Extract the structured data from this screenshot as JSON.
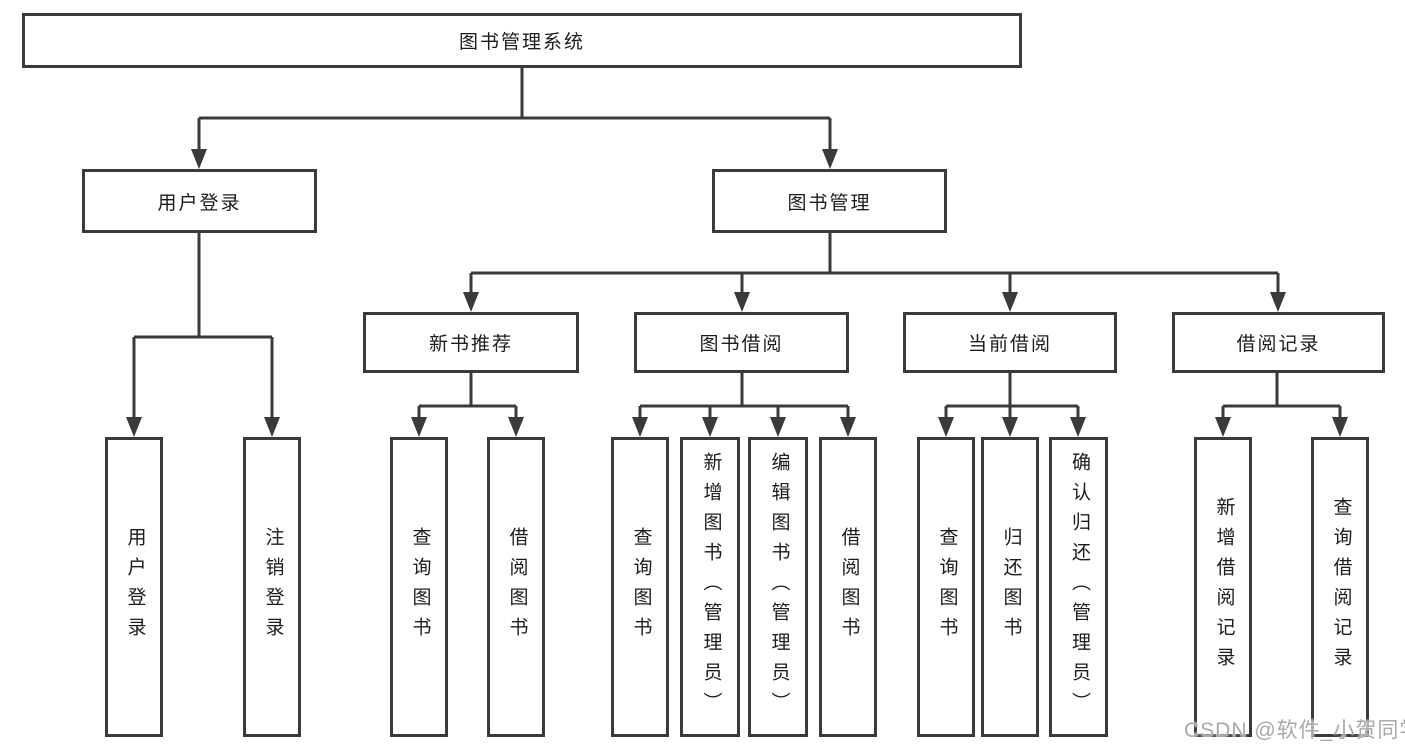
{
  "colors": {
    "line": "#3a3a3a",
    "text": "#1c1c1c",
    "watermark": "#a9a9a9",
    "bg": "#ffffff"
  },
  "watermark": "CSDN @软件_小贺同学",
  "tree": {
    "root": {
      "label": "图书管理系统"
    },
    "branches": [
      {
        "label": "用户登录",
        "children": [
          {
            "label": "用户登录"
          },
          {
            "label": "注销登录"
          }
        ]
      },
      {
        "label": "图书管理",
        "children": [
          {
            "label": "新书推荐",
            "children": [
              {
                "label": "查询图书"
              },
              {
                "label": "借阅图书"
              }
            ]
          },
          {
            "label": "图书借阅",
            "children": [
              {
                "label": "查询图书"
              },
              {
                "label": "新增图书（管理员）"
              },
              {
                "label": "编辑图书（管理员）"
              },
              {
                "label": "借阅图书"
              }
            ]
          },
          {
            "label": "当前借阅",
            "children": [
              {
                "label": "查询图书"
              },
              {
                "label": "归还图书"
              },
              {
                "label": "确认归还（管理员）"
              }
            ]
          },
          {
            "label": "借阅记录",
            "children": [
              {
                "label": "新增借阅记录"
              },
              {
                "label": "查询借阅记录"
              }
            ]
          }
        ]
      }
    ]
  }
}
